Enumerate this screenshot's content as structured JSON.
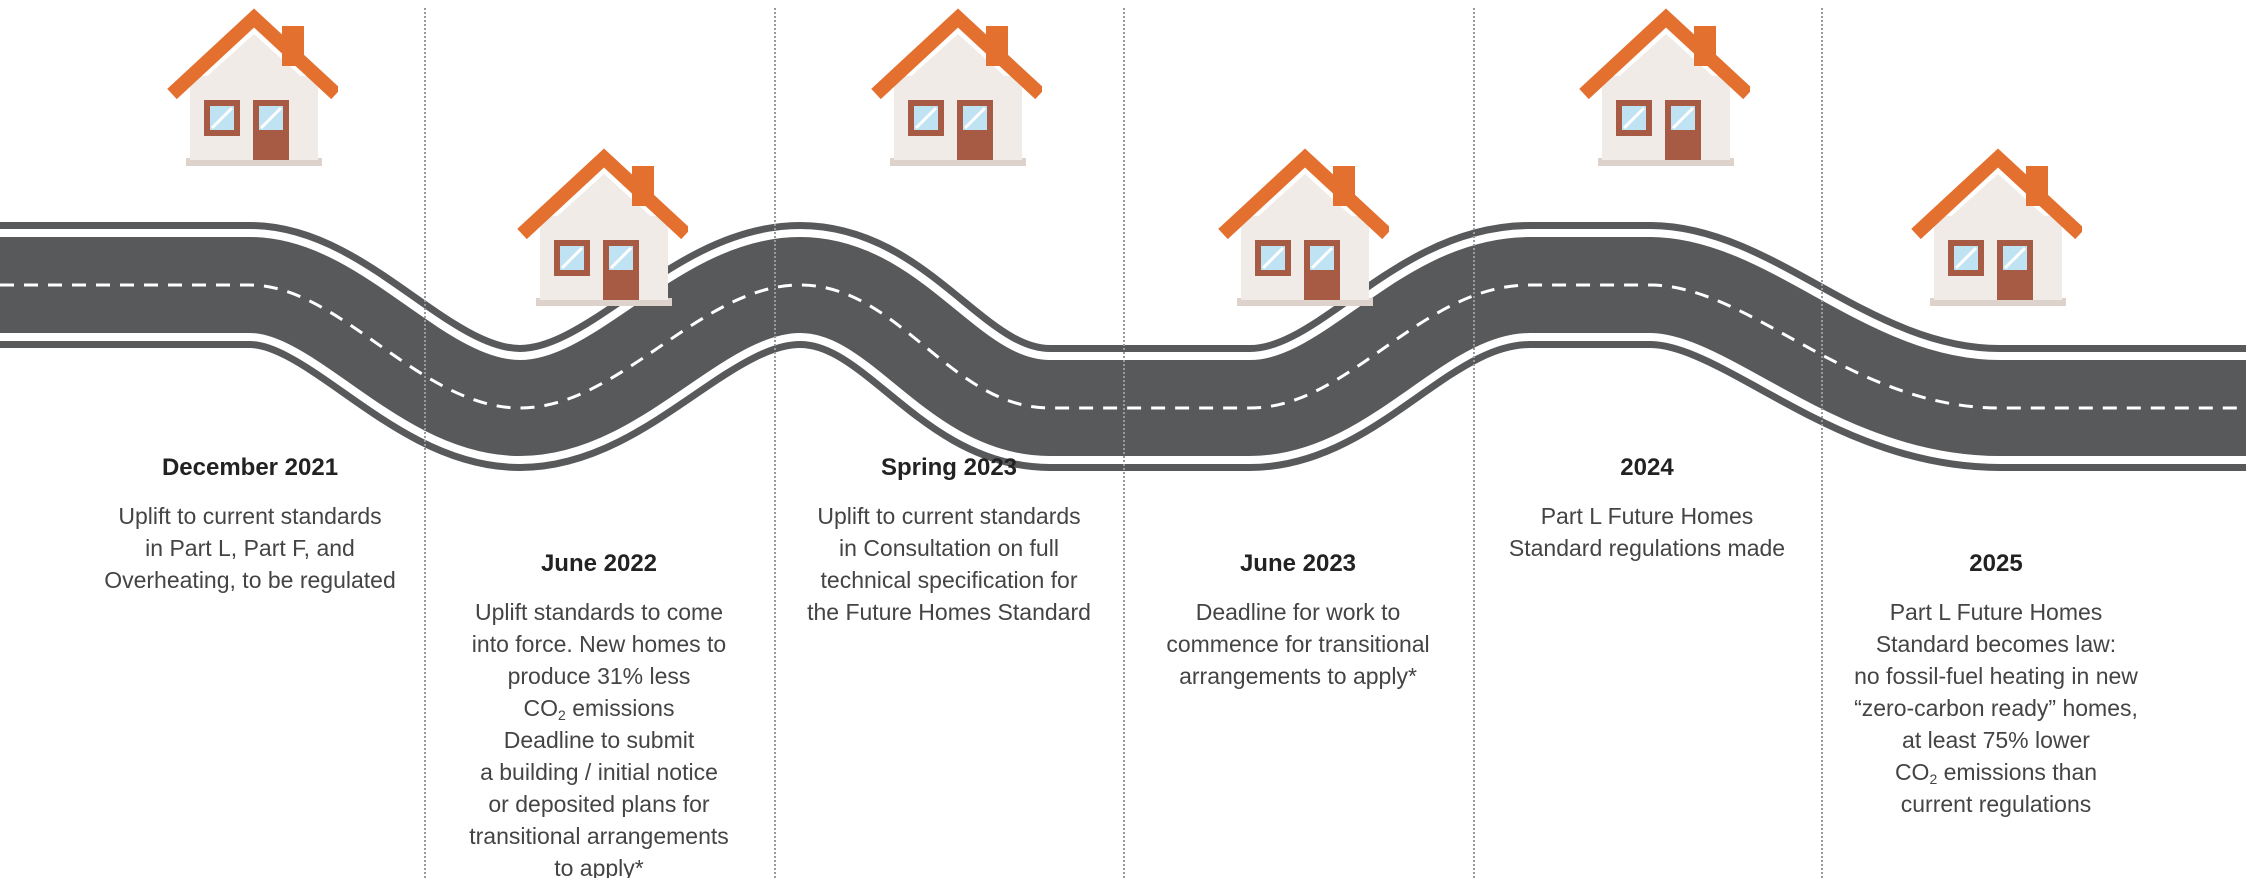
{
  "colors": {
    "road": "#58595b",
    "road_edge": "#ffffff",
    "roof": "#e4702f",
    "wall": "#f1ebe8",
    "door": "#a75b45",
    "window": "#bfe3f2",
    "divider": "#9a9a9a"
  },
  "timeline": [
    {
      "title": "December 2021",
      "lines": [
        "Uplift to current standards",
        "in Part L, Part F, and",
        "Overheating, to be regulated"
      ]
    },
    {
      "title": "June 2022",
      "lines": [
        "Uplift standards to come",
        "into force. New homes to",
        "produce 31% less",
        "emissions",
        "Deadline to submit",
        "a building / initial notice",
        "or deposited plans for",
        "transitional arrangements",
        "to apply*"
      ],
      "co2": {
        "text": "CO",
        "sub": "2"
      }
    },
    {
      "title": "Spring 2023",
      "lines": [
        "Uplift to current standards",
        "in Consultation on full",
        "technical specification for",
        "the Future Homes Standard"
      ]
    },
    {
      "title": "June 2023",
      "lines": [
        "Deadline for work to",
        "commence for transitional",
        "arrangements to apply*"
      ]
    },
    {
      "title": "2024",
      "lines": [
        "Part L Future Homes",
        "Standard regulations made"
      ]
    },
    {
      "title": "2025",
      "lines": [
        "Part L Future Homes",
        "Standard becomes law:",
        "no fossil-fuel heating in new",
        "“zero-carbon ready” homes,",
        "at least 75% lower",
        "emissions than",
        "current regulations"
      ],
      "co2": {
        "text": "CO",
        "sub": "2"
      }
    }
  ]
}
